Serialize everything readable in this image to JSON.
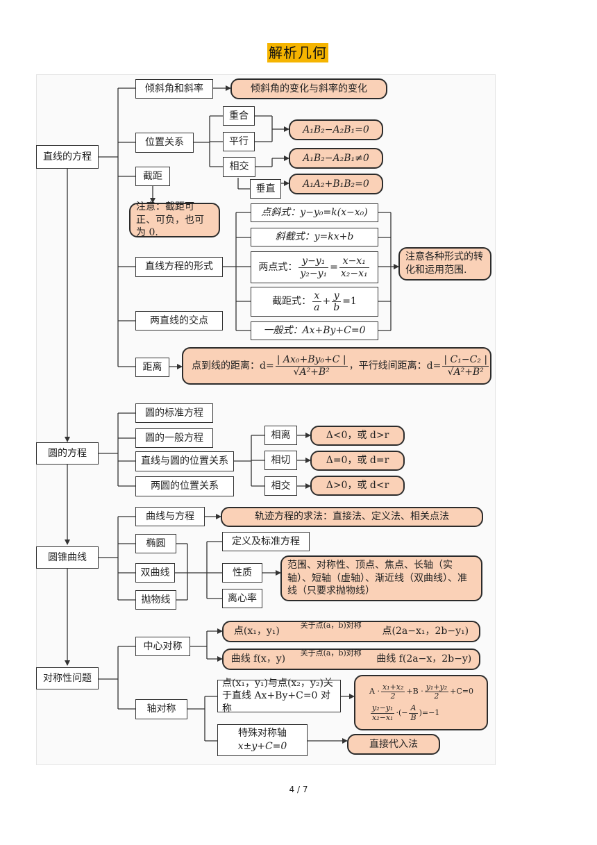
{
  "title": "解析几何",
  "page_number": "4 / 7",
  "line": {
    "label": "直线的方程",
    "slope": "倾斜角和斜率",
    "slope_note": "倾斜角的变化与斜率的变化",
    "position": "位置关系",
    "coincide": "重合",
    "parallel": "平行",
    "intersect": "相交",
    "perpendicular": "垂直",
    "cond_parallel": "A₁B₂−A₂B₁=0",
    "cond_intersect": "A₁B₂−A₂B₁≠0",
    "cond_perp": "A₁A₂+B₁B₂=0",
    "intercept": "截距",
    "intercept_note": "注意：截距可正、可负，也可为 0.",
    "forms": "直线方程的形式",
    "point_slope": "点斜式：y−y₀=k(x−x₀)",
    "slope_intercept": "斜截式：y=kx+b",
    "two_point_label": "两点式：",
    "two_point_num_left": "y−y₁",
    "two_point_den_left": "y₂−y₁",
    "two_point_eq": "=",
    "two_point_num_right": "x−x₁",
    "two_point_den_right": "x₂−x₁",
    "intercept_form_label": "截距式：",
    "intercept_form_a_num": "x",
    "intercept_form_a_den": "a",
    "intercept_form_plus": "+",
    "intercept_form_b_num": "y",
    "intercept_form_b_den": "b",
    "intercept_form_eq": "=1",
    "general": "一般式：Ax+By+C=0",
    "forms_note": "注意各种形式的转化和运用范围.",
    "intersection": "两直线的交点",
    "distance": "距离",
    "dist_point_label": "点到线的距离：d=",
    "dist_point_num": "| Ax₀+By₀+C |",
    "dist_point_den": "√A²+B²",
    "dist_parallel_label": "，平行线间距离：d=",
    "dist_parallel_num": "| C₁−C₂ |",
    "dist_parallel_den": "√A²+B²"
  },
  "circle": {
    "label": "圆的方程",
    "standard": "圆的标准方程",
    "general": "圆的一般方程",
    "line_circle": "直线与圆的位置关系",
    "circle_circle": "两圆的位置关系",
    "separate": "相离",
    "tangent": "相切",
    "intersect": "相交",
    "cond_separate": "Δ<0，或 d>r",
    "cond_tangent": "Δ=0，或 d=r",
    "cond_intersect": "Δ>0，或 d<r"
  },
  "conic": {
    "label": "圆锥曲线",
    "curve_eq": "曲线与方程",
    "curve_eq_note": "轨迹方程的求法：直接法、定义法、相关点法",
    "ellipse": "椭圆",
    "hyperbola": "双曲线",
    "parabola": "抛物线",
    "definition": "定义及标准方程",
    "properties": "性质",
    "eccentricity": "离心率",
    "properties_note": "范围、对称性、顶点、焦点、长轴（实轴）、短轴（虚轴）、渐近线（双曲线）、准线（只要求抛物线）"
  },
  "symmetry": {
    "label": "对称性问题",
    "central": "中心对称",
    "central_point_from": "点(x₁，y₁)",
    "central_point_arrow": "关于点(a，b)对称",
    "central_point_to": "点(2a−x₁，2b−y₁)",
    "central_curve_from": "曲线 f(x，y)",
    "central_curve_arrow": "关于点(a，b)对称",
    "central_curve_to": "曲线 f(2a−x，2b−y)",
    "axial": "轴对称",
    "axial_points": "点(x₁，y₁)与点(x₂，y₂)关于直线 Ax+By+C=0 对称",
    "axial_eq1_a": "A ·",
    "axial_eq1_f1_num": "x₁+x₂",
    "axial_eq1_f1_den": "2",
    "axial_eq1_b": "+B ·",
    "axial_eq1_f2_num": "y₁+y₂",
    "axial_eq1_f2_den": "2",
    "axial_eq1_c": "+C=0",
    "axial_eq2_f1_num": "y₂−y₁",
    "axial_eq2_f1_den": "x₂−x₁",
    "axial_eq2_mid": "·(−",
    "axial_eq2_f2_num": "A",
    "axial_eq2_f2_den": "B",
    "axial_eq2_end": ")=−1",
    "special_axis_line1": "特殊对称轴",
    "special_axis_line2": "x±y+C=0",
    "direct_sub": "直接代入法"
  }
}
